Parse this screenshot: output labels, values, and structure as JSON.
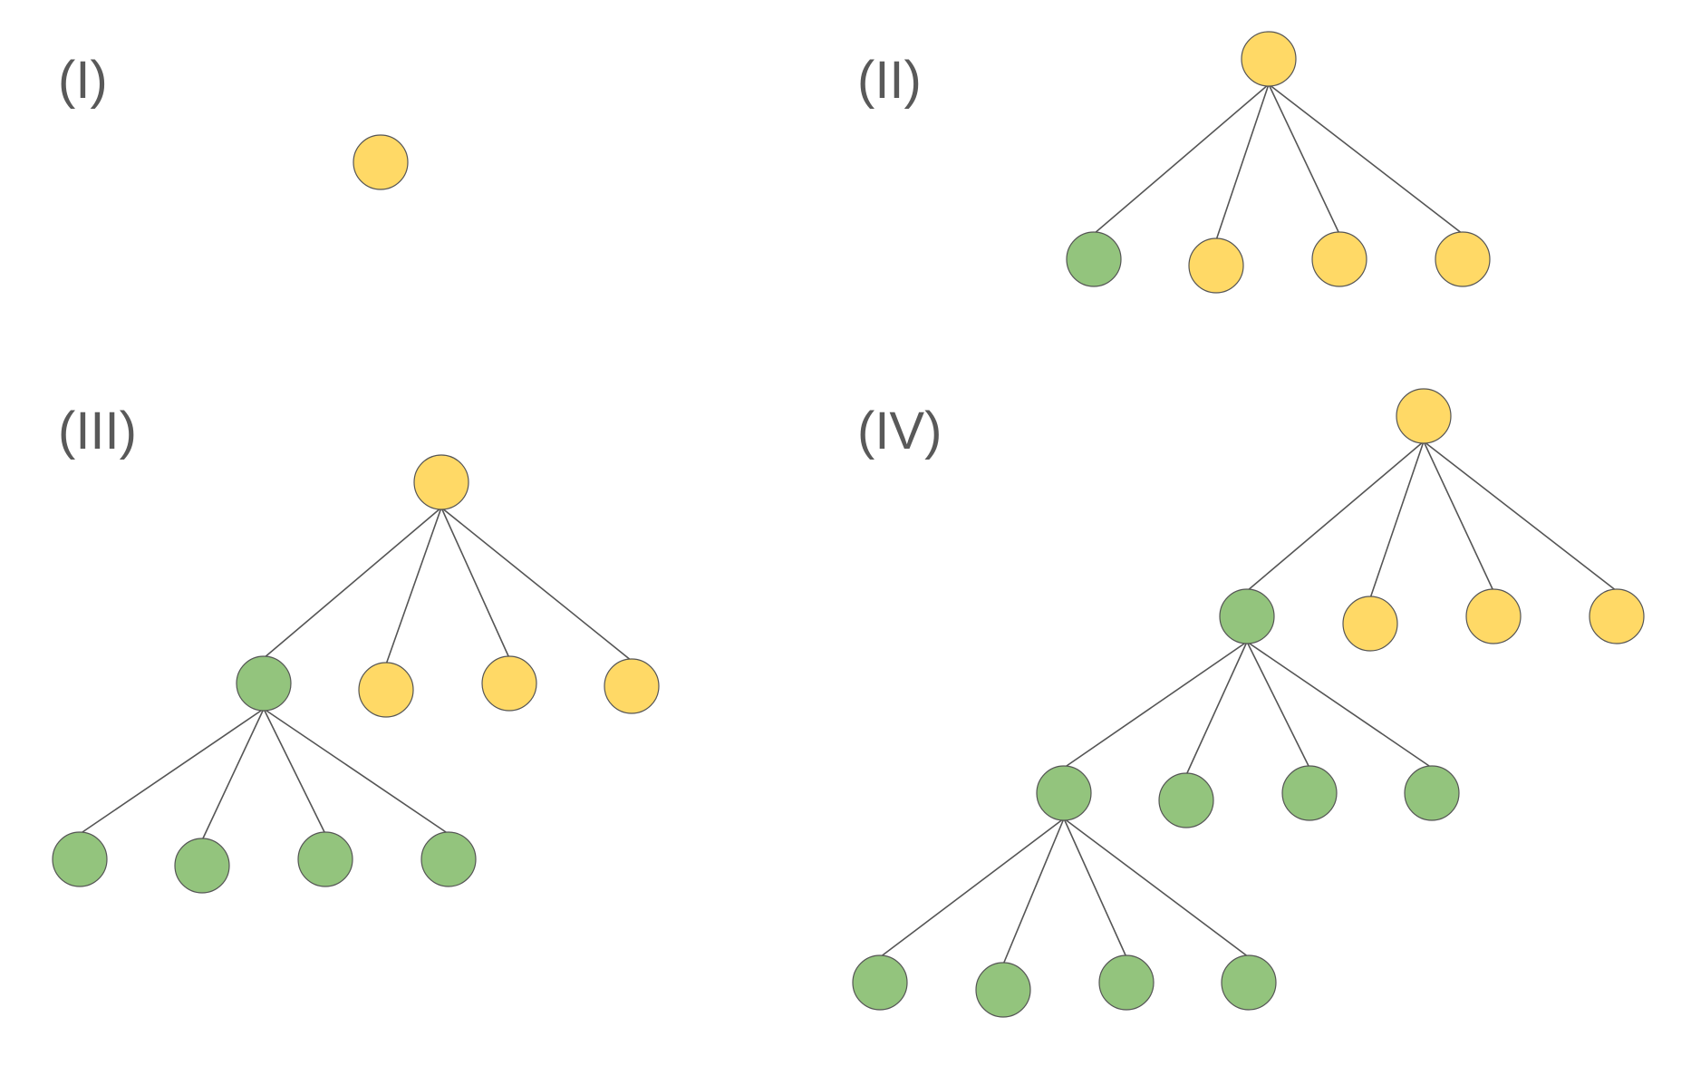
{
  "colors": {
    "yellow": "#FFD966",
    "green": "#93C47D",
    "edge": "#555555",
    "label": "#595959"
  },
  "panels": [
    {
      "label": "(I)",
      "nodes": [
        {
          "id": "a",
          "color": "yellow"
        }
      ],
      "edges": []
    },
    {
      "label": "(II)",
      "nodes": [
        {
          "id": "r",
          "color": "yellow"
        },
        {
          "id": "c1",
          "color": "green"
        },
        {
          "id": "c2",
          "color": "yellow"
        },
        {
          "id": "c3",
          "color": "yellow"
        },
        {
          "id": "c4",
          "color": "yellow"
        }
      ],
      "edges": [
        [
          "r",
          "c1"
        ],
        [
          "r",
          "c2"
        ],
        [
          "r",
          "c3"
        ],
        [
          "r",
          "c4"
        ]
      ]
    },
    {
      "label": "(III)",
      "nodes": [
        {
          "id": "r",
          "color": "yellow"
        },
        {
          "id": "c1",
          "color": "green"
        },
        {
          "id": "c2",
          "color": "yellow"
        },
        {
          "id": "c3",
          "color": "yellow"
        },
        {
          "id": "c4",
          "color": "yellow"
        },
        {
          "id": "g1",
          "color": "green"
        },
        {
          "id": "g2",
          "color": "green"
        },
        {
          "id": "g3",
          "color": "green"
        },
        {
          "id": "g4",
          "color": "green"
        }
      ],
      "edges": [
        [
          "r",
          "c1"
        ],
        [
          "r",
          "c2"
        ],
        [
          "r",
          "c3"
        ],
        [
          "r",
          "c4"
        ],
        [
          "c1",
          "g1"
        ],
        [
          "c1",
          "g2"
        ],
        [
          "c1",
          "g3"
        ],
        [
          "c1",
          "g4"
        ]
      ]
    },
    {
      "label": "(IV)",
      "nodes": [
        {
          "id": "r",
          "color": "yellow"
        },
        {
          "id": "c1",
          "color": "green"
        },
        {
          "id": "c2",
          "color": "yellow"
        },
        {
          "id": "c3",
          "color": "yellow"
        },
        {
          "id": "c4",
          "color": "yellow"
        },
        {
          "id": "g1",
          "color": "green"
        },
        {
          "id": "g2",
          "color": "green"
        },
        {
          "id": "g3",
          "color": "green"
        },
        {
          "id": "g4",
          "color": "green"
        },
        {
          "id": "h1",
          "color": "green"
        },
        {
          "id": "h2",
          "color": "green"
        },
        {
          "id": "h3",
          "color": "green"
        },
        {
          "id": "h4",
          "color": "green"
        }
      ],
      "edges": [
        [
          "r",
          "c1"
        ],
        [
          "r",
          "c2"
        ],
        [
          "r",
          "c3"
        ],
        [
          "r",
          "c4"
        ],
        [
          "c1",
          "g1"
        ],
        [
          "c1",
          "g2"
        ],
        [
          "c1",
          "g3"
        ],
        [
          "c1",
          "g4"
        ],
        [
          "g1",
          "h1"
        ],
        [
          "g1",
          "h2"
        ],
        [
          "g1",
          "h3"
        ],
        [
          "g1",
          "h4"
        ]
      ]
    }
  ]
}
